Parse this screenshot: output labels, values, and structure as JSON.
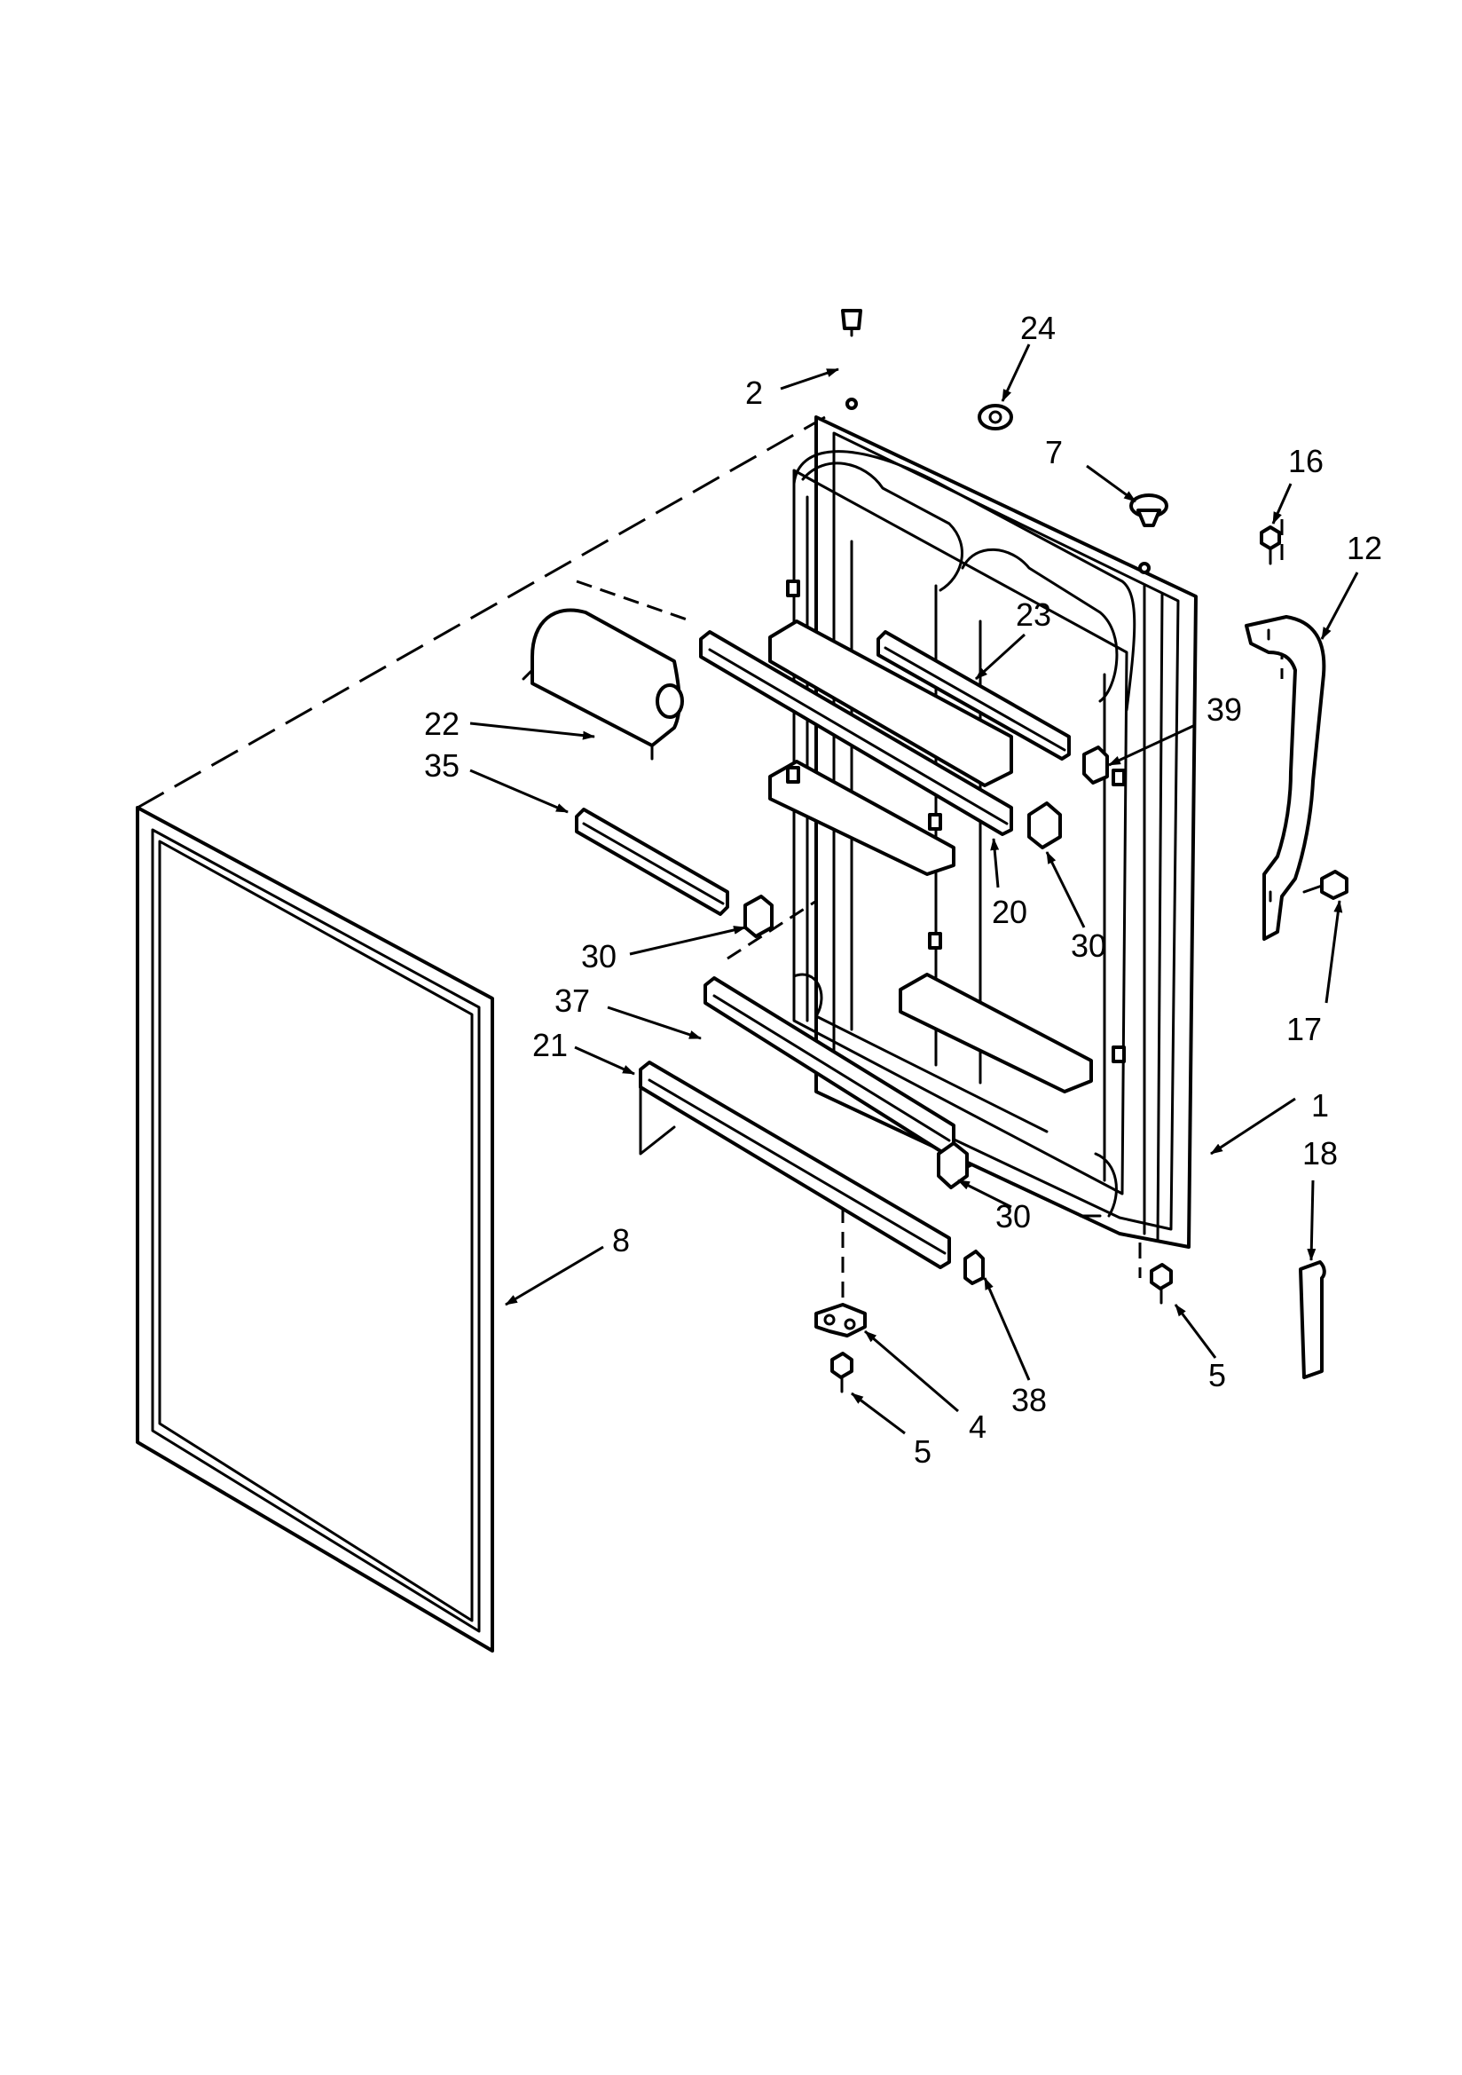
{
  "callouts": {
    "c1": "1",
    "c2": "2",
    "c4": "4",
    "c5a": "5",
    "c5b": "5",
    "c7": "7",
    "c8": "8",
    "c12": "12",
    "c16": "16",
    "c17": "17",
    "c18": "18",
    "c20": "20",
    "c21": "21",
    "c22": "22",
    "c23": "23",
    "c24": "24",
    "c30a": "30",
    "c30b": "30",
    "c30c": "30",
    "c35": "35",
    "c37": "37",
    "c38": "38",
    "c39": "39"
  },
  "colors": {
    "ink": "#000000",
    "paper": "#ffffff"
  }
}
